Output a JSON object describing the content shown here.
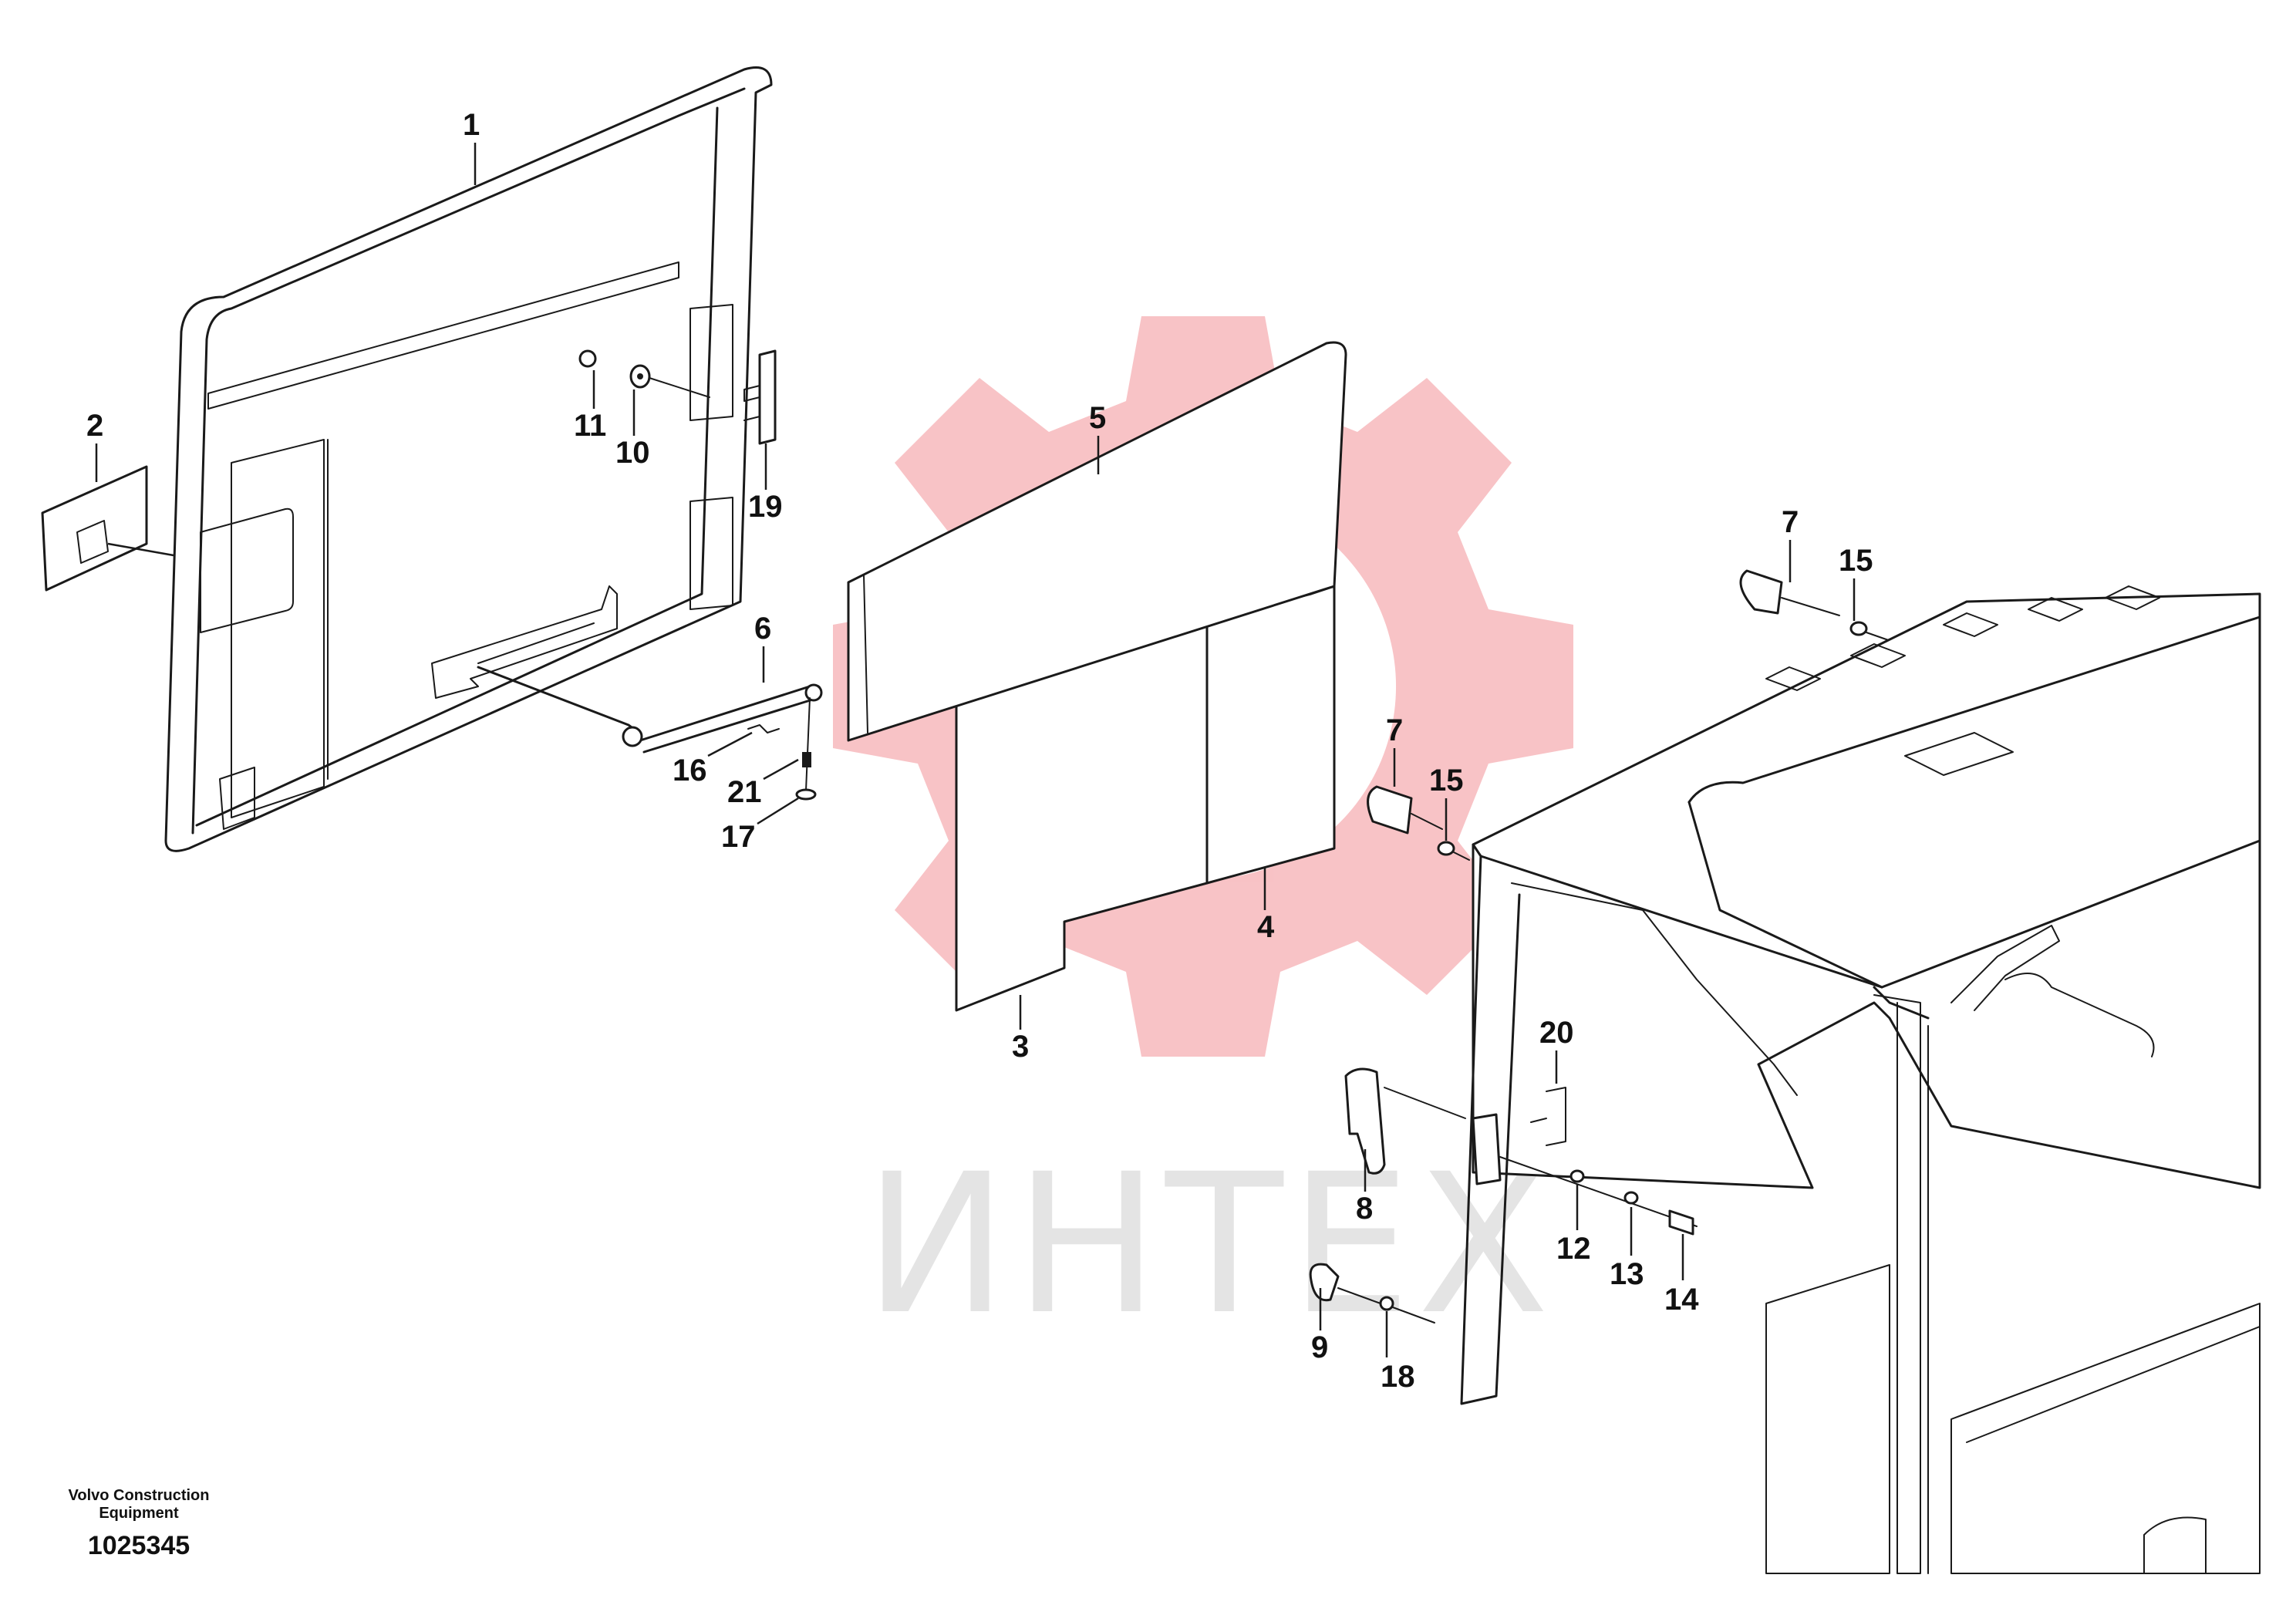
{
  "watermark": {
    "text": "ИНТЕХ",
    "gear_color": "#f7b8bc",
    "text_color": "#e2e2e2"
  },
  "caption": {
    "company_line1": "Volvo Construction",
    "company_line2": "Equipment",
    "drawing_number": "1025345"
  },
  "callouts": {
    "c1": "1",
    "c2": "2",
    "c3": "3",
    "c4": "4",
    "c5": "5",
    "c6": "6",
    "c7a": "7",
    "c7b": "7",
    "c8": "8",
    "c9": "9",
    "c10": "10",
    "c11": "11",
    "c12": "12",
    "c13": "13",
    "c14": "14",
    "c15a": "15",
    "c15b": "15",
    "c16": "16",
    "c17": "17",
    "c18": "18",
    "c19": "19",
    "c20": "20",
    "c21": "21"
  }
}
